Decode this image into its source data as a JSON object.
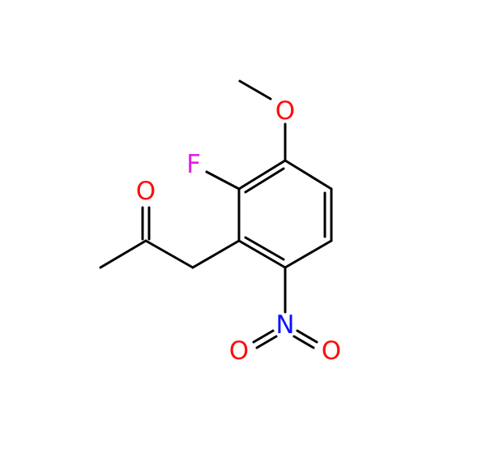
{
  "atoms": {
    "methoxy_oxygen": {
      "symbol": "O"
    },
    "fluorine": {
      "symbol": "F"
    },
    "carbonyl_oxygen": {
      "symbol": "O"
    },
    "nitro_nitrogen": {
      "symbol": "N"
    },
    "nitro_oxygen_left": {
      "symbol": "O"
    },
    "nitro_oxygen_right": {
      "symbol": "O"
    }
  },
  "colors": {
    "bond": "#000000",
    "oxygen": "#ff0d0d",
    "fluorine": "#e020e0",
    "nitrogen": "#0a14ff",
    "background": "#ffffff"
  }
}
